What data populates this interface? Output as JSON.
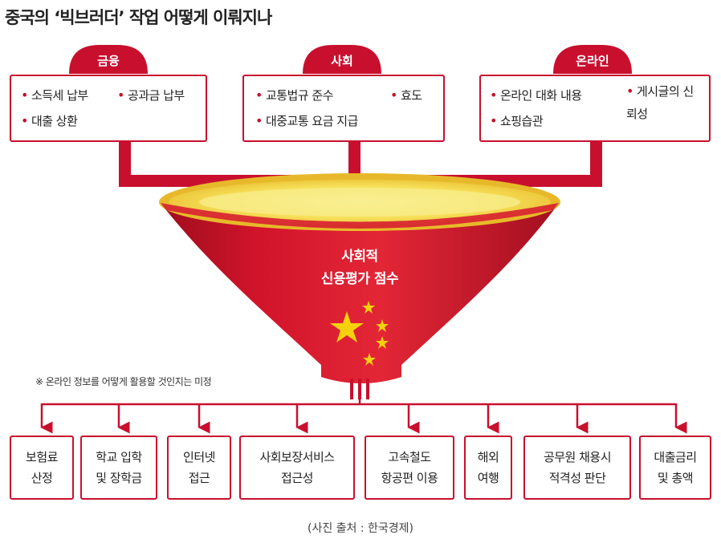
{
  "title": "중국의 ‘빅브러더’ 작업 어떻게 이뤄지나",
  "categories": [
    {
      "label": "금융",
      "items": [
        "소득세 납부",
        "공과금 납부",
        "대출 상환"
      ]
    },
    {
      "label": "사회",
      "items": [
        "교통법규 준수",
        "효도",
        "대중교통 요금 지급"
      ]
    },
    {
      "label": "온라인",
      "items": [
        "온라인 대화 내용",
        "게시글의 신뢰성",
        "쇼핑습관"
      ]
    }
  ],
  "funnel": {
    "line1": "사회적",
    "line2": "신용평가 점수"
  },
  "note": "※ 온라인 정보를 어떻게 활용할 것인지는 미정",
  "outputs": [
    {
      "line1": "보험료",
      "line2": "산정"
    },
    {
      "line1": "학교 입학",
      "line2": "및 장학금"
    },
    {
      "line1": "인터넷",
      "line2": "접근"
    },
    {
      "line1": "사회보장서비스",
      "line2": "접근성"
    },
    {
      "line1": "고속철도",
      "line2": "항공편 이용"
    },
    {
      "line1": "해외",
      "line2": "여행"
    },
    {
      "line1": "공무원 채용시",
      "line2": "적격성 판단"
    },
    {
      "line1": "대출금리",
      "line2": "및 총액"
    }
  ],
  "caption": "(사진 출처 : 한국경제)",
  "colors": {
    "accent": "#c8102e",
    "funnel_rim": "#f2d23a",
    "star": "#f5d10d"
  }
}
